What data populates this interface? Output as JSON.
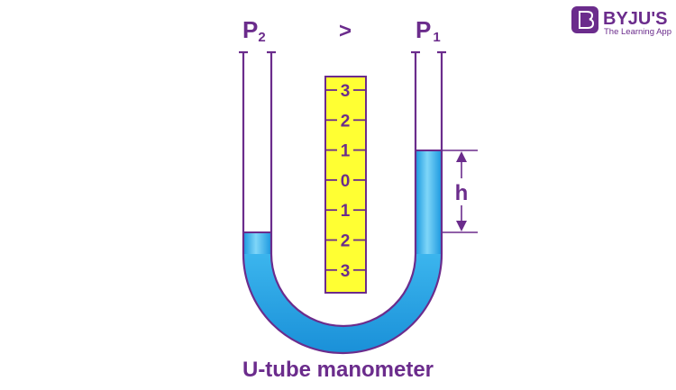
{
  "diagram": {
    "left_pressure": {
      "symbol": "P",
      "subscript": "2"
    },
    "comparison": ">",
    "right_pressure": {
      "symbol": "P",
      "subscript": "1"
    },
    "height_label": "h",
    "caption": "U-tube manometer",
    "scale_labels": [
      "3",
      "2",
      "1",
      "0",
      "1",
      "2",
      "3"
    ]
  },
  "brand": {
    "name": "BYJU'S",
    "tagline": "The Learning App"
  },
  "colors": {
    "outline": "#6b2c8c",
    "liquid": "#29a9e8",
    "scale_fill": "#ffff33"
  }
}
